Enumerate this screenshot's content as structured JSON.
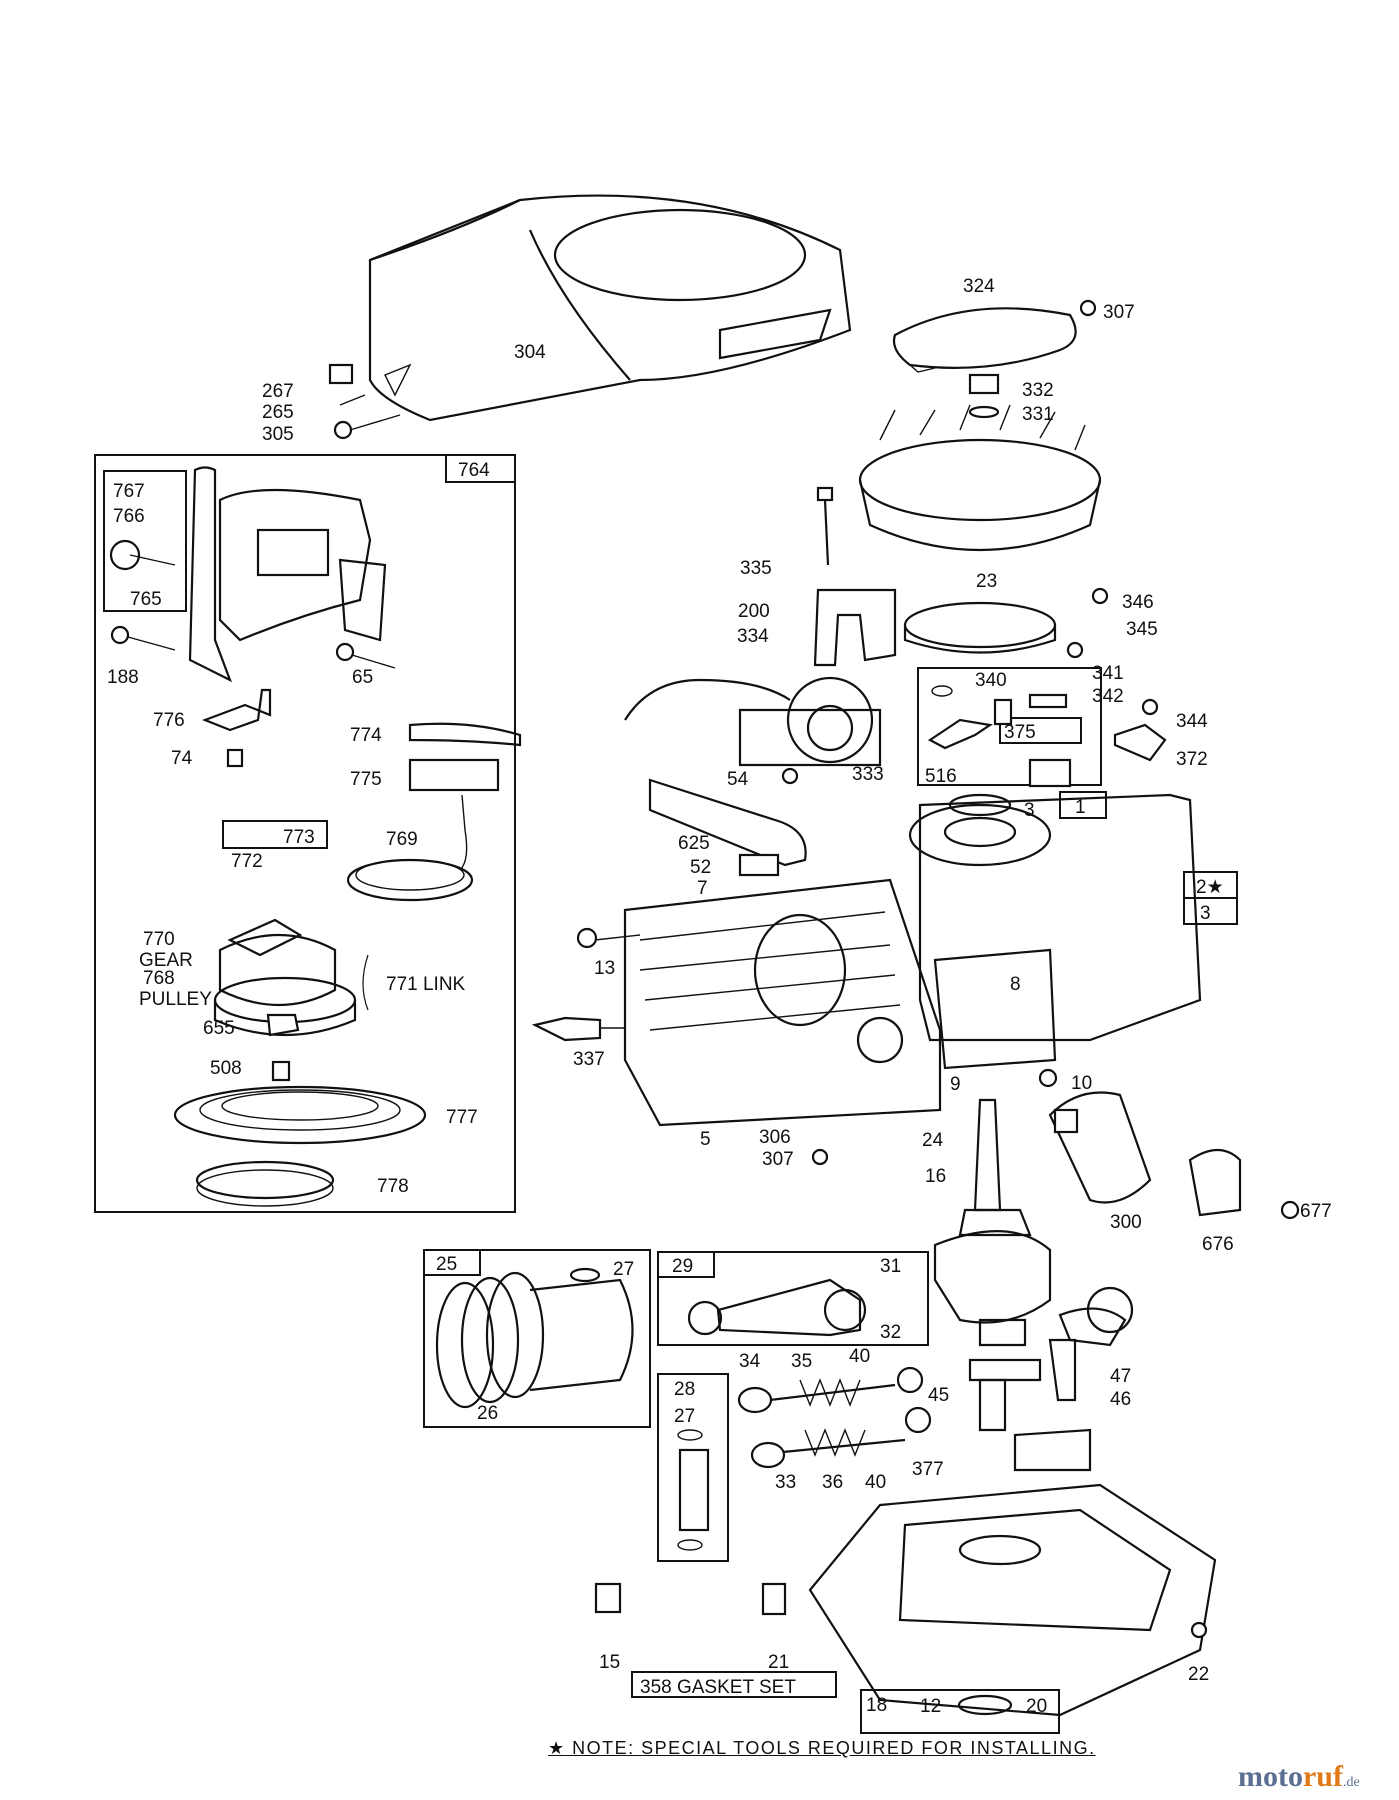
{
  "labels": {
    "p304": "304",
    "p324": "324",
    "p307a": "307",
    "p267": "267",
    "p265": "265",
    "p305": "305",
    "p332": "332",
    "p331": "331",
    "p764": "764",
    "p767": "767",
    "p766": "766",
    "p765": "765",
    "p188": "188",
    "p65": "65",
    "p776": "776",
    "p74": "74",
    "p774": "774",
    "p775": "775",
    "p773": "773",
    "p772": "772",
    "p769": "769",
    "p770": "770",
    "gear": "GEAR",
    "p768": "768",
    "pulley": "PULLEY",
    "p771": "771 LINK",
    "p655": "655",
    "p508": "508",
    "p777": "777",
    "p778": "778",
    "p23": "23",
    "p335": "335",
    "p200": "200",
    "p334": "334",
    "p346": "346",
    "p345": "345",
    "p340": "340",
    "p341": "341",
    "p342": "342",
    "p375": "375",
    "p344": "344",
    "p372": "372",
    "p516": "516",
    "p333": "333",
    "p54": "54",
    "p625": "625",
    "p52": "52",
    "p7": "7",
    "p3a": "3",
    "p1": "1",
    "p2": "2★",
    "p3b": "3",
    "p13": "13",
    "p8": "8",
    "p337": "337",
    "p9": "9",
    "p10": "10",
    "p5": "5",
    "p306": "306",
    "p307b": "307",
    "p24": "24",
    "p16": "16",
    "p300": "300",
    "p676": "676",
    "p677": "677",
    "p25": "25",
    "p27a": "27",
    "p26": "26",
    "p29": "29",
    "p31": "31",
    "p32": "32",
    "p47": "47",
    "p28": "28",
    "p27b": "27",
    "p34": "34",
    "p35": "35",
    "p40a": "40",
    "p45": "45",
    "p46": "46",
    "p33": "33",
    "p36": "36",
    "p40b": "40",
    "p377": "377",
    "p15": "15",
    "p21": "21",
    "p22": "22",
    "p358": "358 GASKET SET",
    "p18": "18",
    "p12": "12",
    "p20": "20"
  },
  "note": "★ NOTE: SPECIAL TOOLS REQUIRED FOR INSTALLING.",
  "watermark": {
    "brand_a": "moto",
    "brand_b": "ruf",
    "suffix": ".de"
  },
  "colors": {
    "ink": "#111111",
    "paper": "#ffffff",
    "watermark_blue": "#5a6e8f",
    "watermark_orange": "#e07a16"
  }
}
